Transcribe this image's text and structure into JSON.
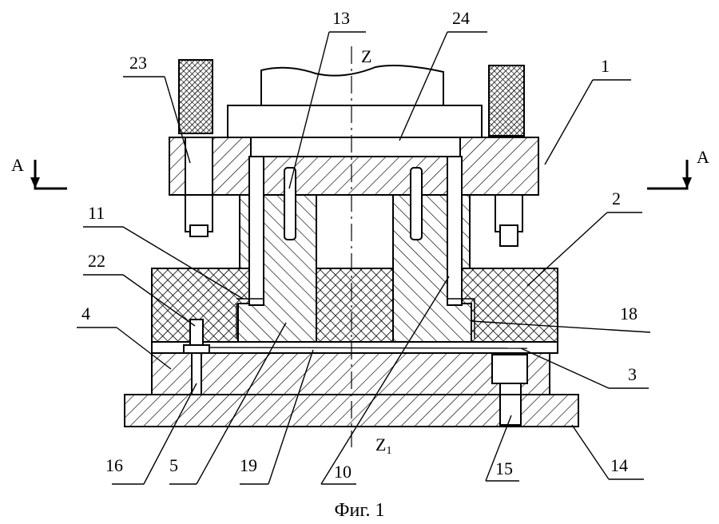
{
  "figure": {
    "caption": "Фиг. 1",
    "axis_top": "Z",
    "axis_bottom": "Z",
    "axis_bottom_sub": "1",
    "section_left": "A",
    "section_right": "A"
  },
  "labels": {
    "l1": "1",
    "l2": "2",
    "l3": "3",
    "l4": "4",
    "l5": "5",
    "l10": "10",
    "l11": "11",
    "l13": "13",
    "l14": "14",
    "l15": "15",
    "l16": "16",
    "l18": "18",
    "l19": "19",
    "l22": "22",
    "l23": "23",
    "l24": "24"
  }
}
